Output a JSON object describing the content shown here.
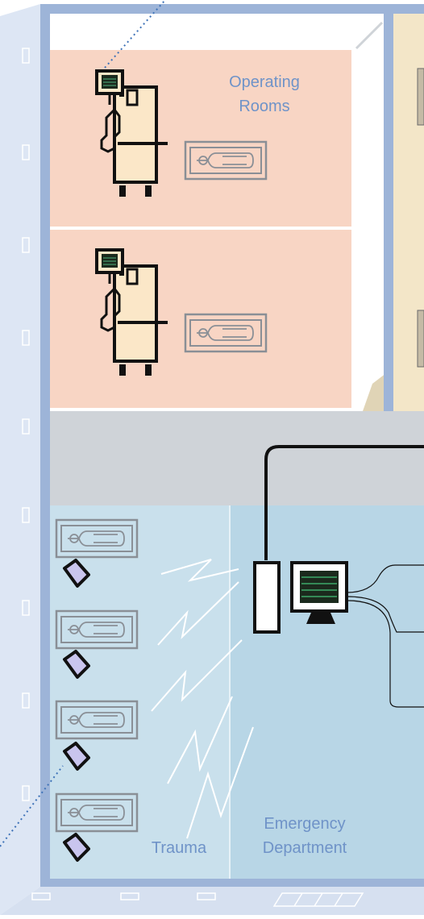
{
  "labels": {
    "operating_rooms_line1": "Operating",
    "operating_rooms_line2": "Rooms",
    "trauma": "Trauma",
    "emergency_line1": "Emergency",
    "emergency_line2": "Department"
  },
  "colors": {
    "operating_room": "#f8d5c4",
    "side_room": "#f3e6c8",
    "corridor": "#cfd3d8",
    "trauma": "#c9e0ec",
    "emergency": "#b8d6e6",
    "building_frame": "#9db4d8",
    "label_text": "#6f93c8"
  },
  "icons": {
    "anesthesia_machine": "anesthesia-machine-icon",
    "patient_bed": "patient-bed-icon",
    "monitor": "patient-monitor-icon",
    "central_station": "central-station-icon",
    "telemetry_transmitter": "telemetry-transmitter-icon",
    "wireless_signal": "wireless-signal-icon"
  }
}
